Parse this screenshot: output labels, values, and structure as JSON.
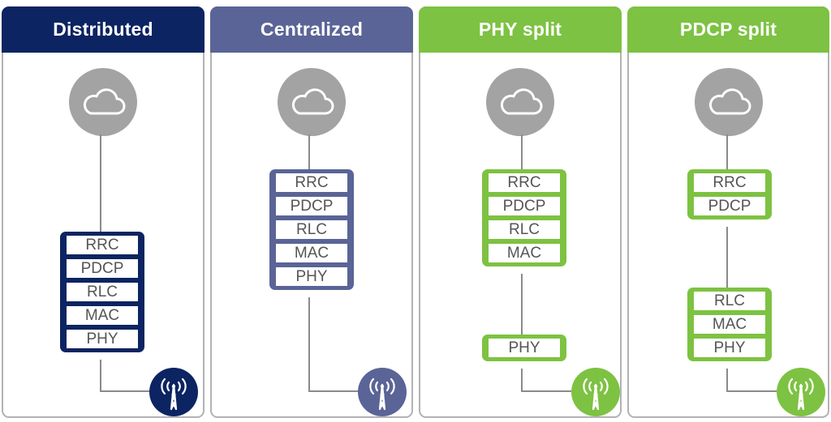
{
  "colors": {
    "navy": "#0c2461",
    "slate": "#5a6496",
    "green": "#7dc242",
    "gray": "#a3a3a3"
  },
  "panels": [
    {
      "title": "Distributed",
      "color": "#0c2461",
      "stacks": [
        {
          "layers": [
            "RRC",
            "PDCP",
            "RLC",
            "MAC",
            "PHY"
          ]
        }
      ]
    },
    {
      "title": "Centralized",
      "color": "#5a6496",
      "stacks": [
        {
          "layers": [
            "RRC",
            "PDCP",
            "RLC",
            "MAC",
            "PHY"
          ]
        }
      ]
    },
    {
      "title": "PHY split",
      "color": "#7dc242",
      "stacks": [
        {
          "layers": [
            "RRC",
            "PDCP",
            "RLC",
            "MAC"
          ]
        },
        {
          "layers": [
            "PHY"
          ]
        }
      ]
    },
    {
      "title": "PDCP split",
      "color": "#7dc242",
      "stacks": [
        {
          "layers": [
            "RRC",
            "PDCP"
          ]
        },
        {
          "layers": [
            "RLC",
            "MAC",
            "PHY"
          ]
        }
      ]
    }
  ],
  "icons": {
    "cloud": "cloud-icon",
    "tower": "antenna-tower-icon"
  }
}
